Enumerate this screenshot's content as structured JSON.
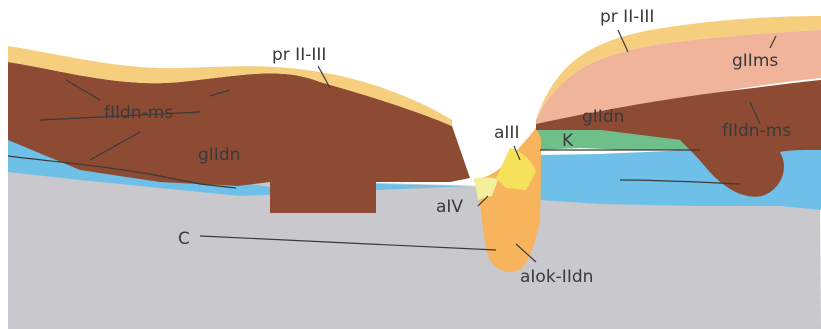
{
  "labels": {
    "pr_left": "pr II-III",
    "pr_right": "pr II-III",
    "gIIms": "gIIms",
    "fIIdn_ms_left": "fIIdn-ms",
    "fIIdn_ms_right": "fIIdn-ms",
    "gIIdn_left": "gIIdn",
    "gIIdn_right": "gIIdn",
    "aIII": "aIII",
    "K": "K",
    "aIV": "aIV",
    "C": "C",
    "aIok_IIdn": "aIok-IIdn"
  },
  "colors": {
    "background": "#ffffff",
    "C_bedrock": "#c9c8cd",
    "K_layer": "#6fbf8a",
    "blue_layer": "#6ec0e8",
    "gIIdn_brown": "#8e4b33",
    "fIIdn_ms_brown": "#9a5238",
    "gIIms_pink": "#efb49a",
    "pr_yellow": "#f6cf7e",
    "aIok_orange": "#f7b45c",
    "aIII_yellow": "#f5e25a",
    "aIV_yellow": "#f4ef9a",
    "lines": "#3a3a3a"
  }
}
